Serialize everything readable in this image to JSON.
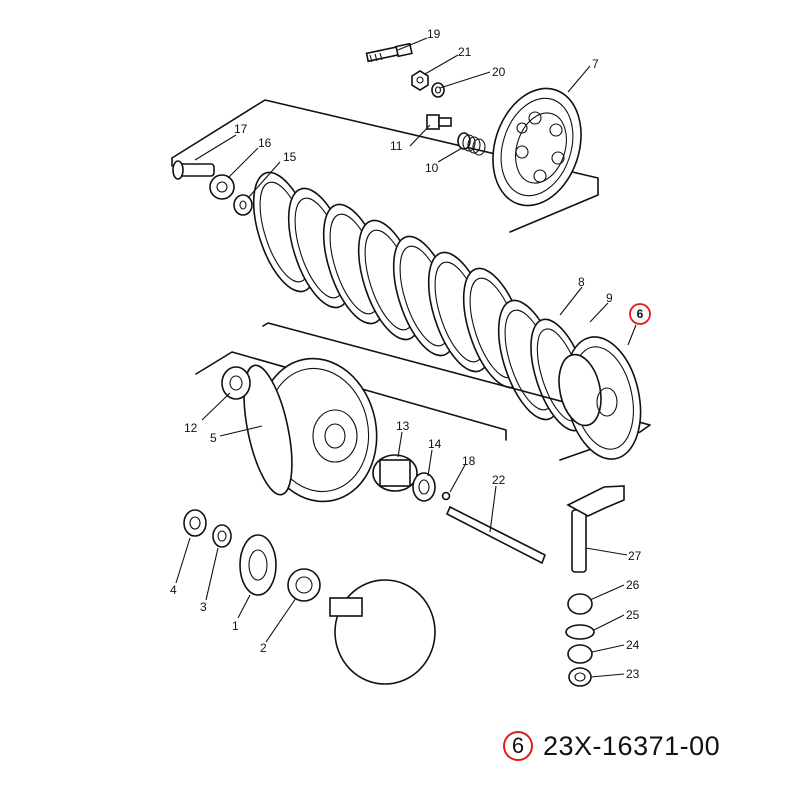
{
  "diagram": {
    "callouts": [
      "1",
      "2",
      "3",
      "4",
      "5",
      "6",
      "7",
      "8",
      "9",
      "10",
      "11",
      "12",
      "13",
      "14",
      "15",
      "16",
      "17",
      "18",
      "19",
      "20",
      "21",
      "22",
      "23",
      "24",
      "25",
      "26",
      "27"
    ],
    "highlighted_callout": "6",
    "colors": {
      "line": "#111111",
      "highlight": "#e01b1b",
      "background": "#ffffff"
    }
  },
  "caption": {
    "number": "6",
    "part_number": "23X-16371-00"
  }
}
